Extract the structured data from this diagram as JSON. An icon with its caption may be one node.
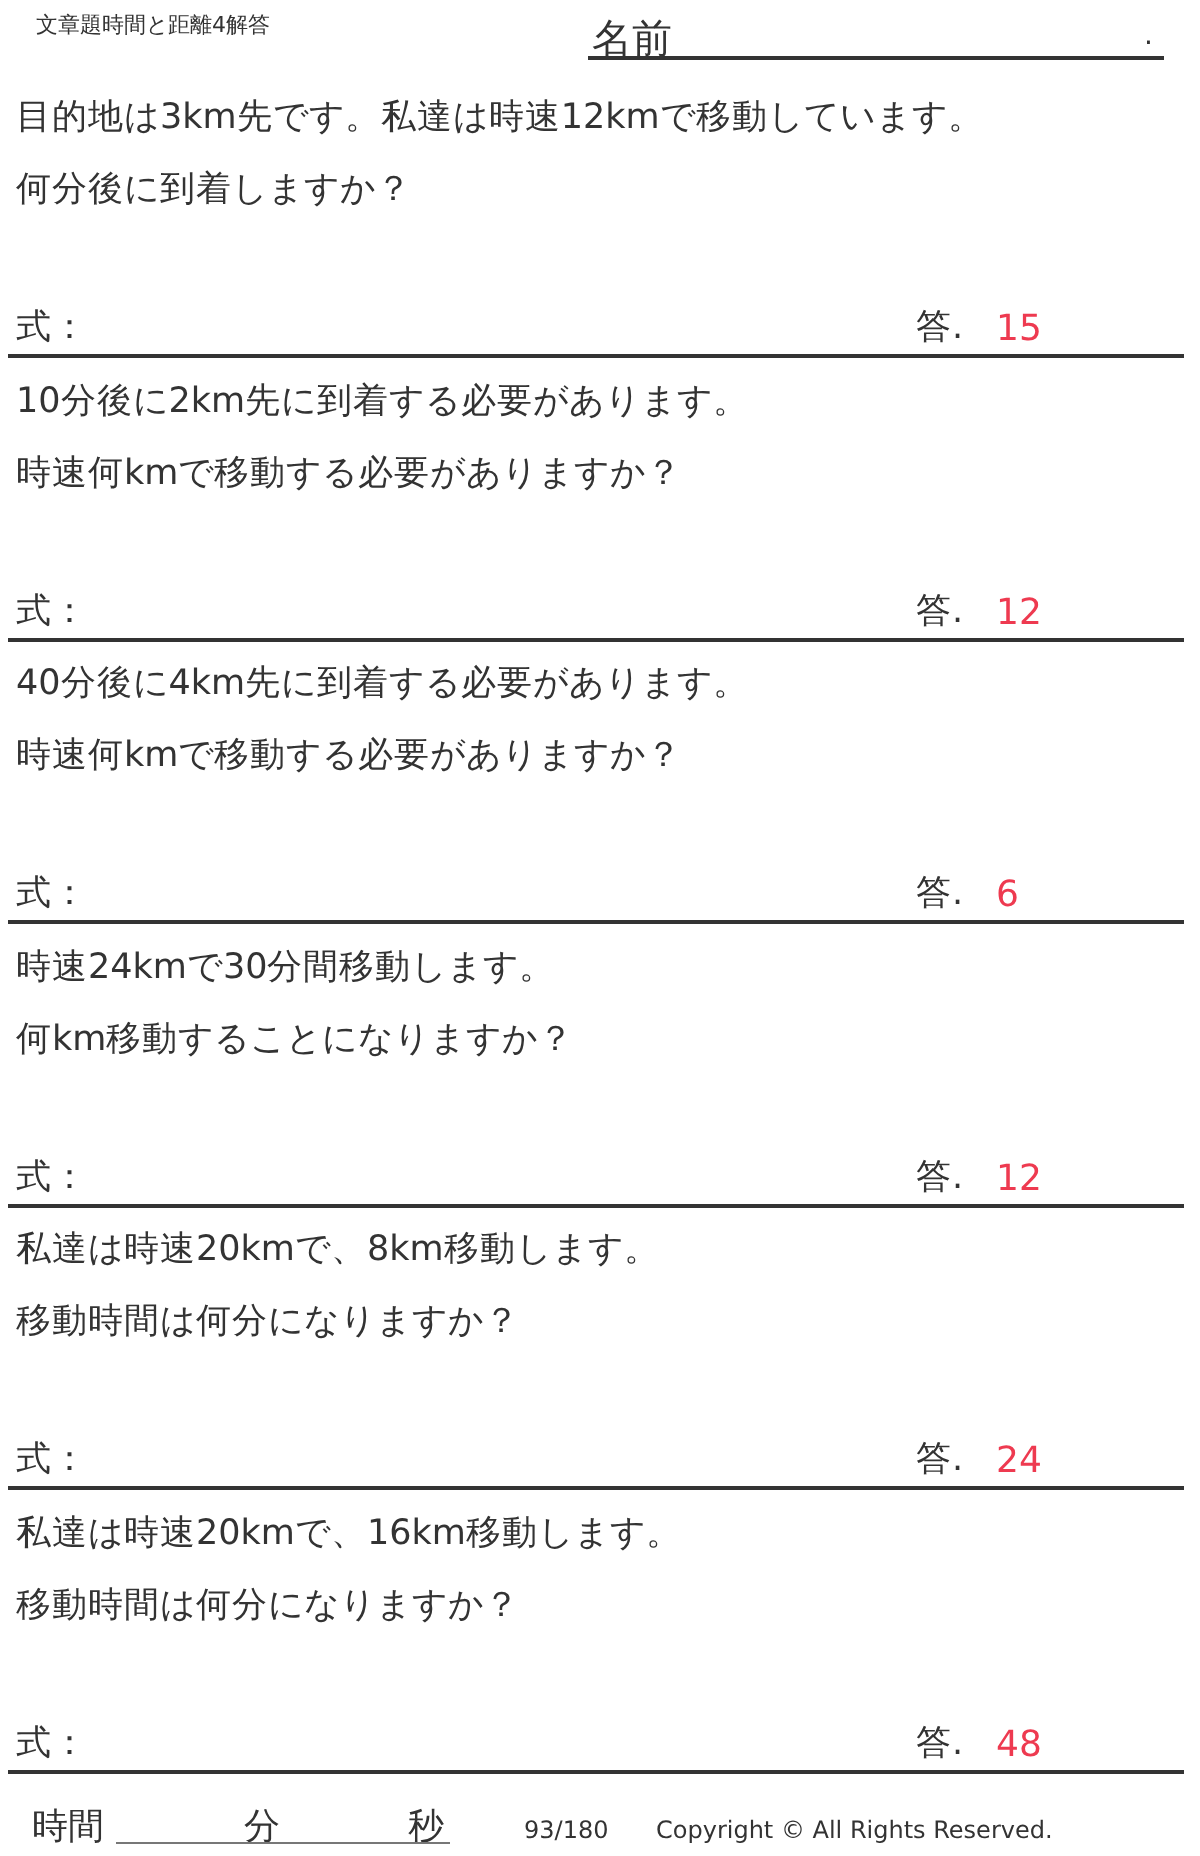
{
  "diagram": {
    "labels": [
      "文章題時間と距離4解答",
      "名前",
      ".",
      "目的地は3km先です。私達は時速12kmで移動しています。",
      "何分後に到着しますか？",
      "式：",
      "答.",
      "15",
      "10分後に2km先に到着する必要があります。",
      "時速何kmで移動する必要がありますか？",
      "式：",
      "答.",
      "12",
      "40分後に4km先に到着する必要があります。",
      "時速何kmで移動する必要がありますか？",
      "式：",
      "答.",
      "6",
      "時速24kmで30分間移動します。",
      "何km移動することになりますか？",
      "式：",
      "答.",
      "12",
      "私達は時速20kmで、8km移動します。",
      "移動時間は何分になりますか？",
      "式：",
      "答.",
      "24",
      "私達は時速20kmで、16km移動します。",
      "移動時間は何分になりますか？",
      "式：",
      "答.",
      "48",
      "時間",
      "分",
      "秒",
      "93/180",
      "Copyright © All Rights Reserved."
    ]
  }
}
